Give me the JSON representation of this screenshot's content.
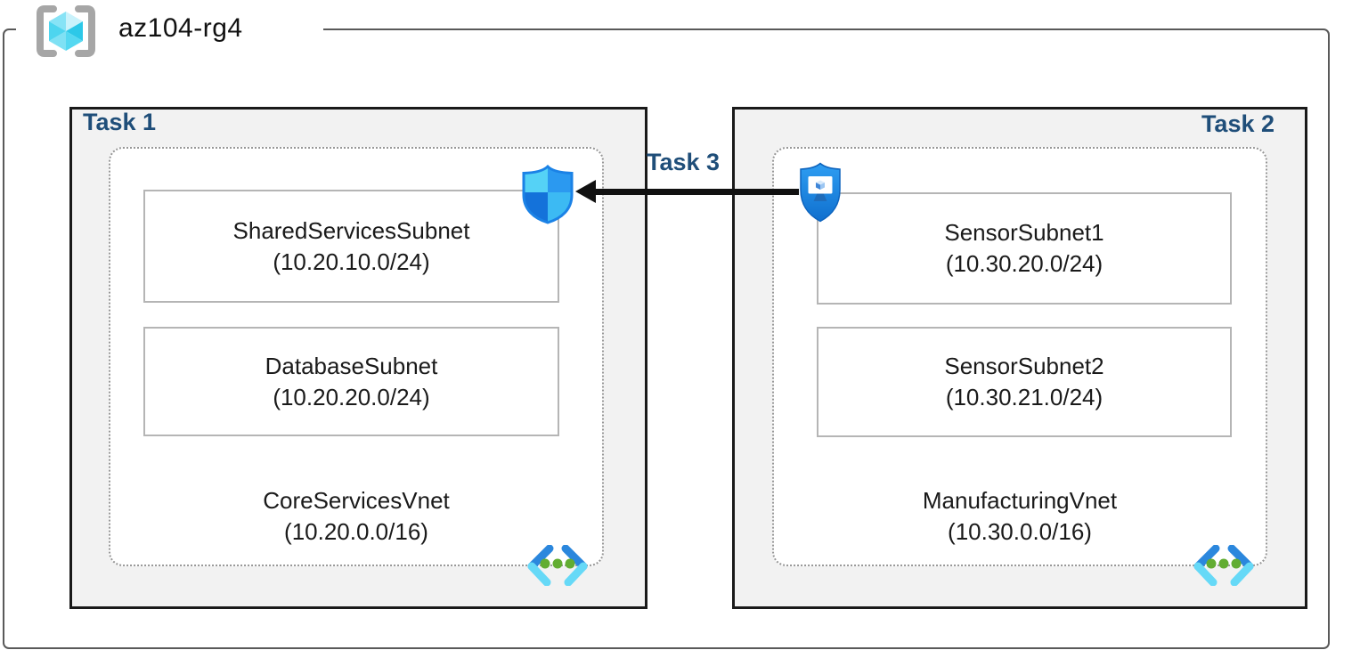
{
  "resource_group": {
    "label": "az104-rg4",
    "icon": "resource-group-icon"
  },
  "tasks": {
    "task1_label": "Task 1",
    "task2_label": "Task 2",
    "task3_label": "Task 3"
  },
  "vnet1": {
    "name": "CoreServicesVnet",
    "cidr": "(10.20.0.0/16)",
    "icon": "virtual-network-icon",
    "subnets": [
      {
        "name": "SharedServicesSubnet",
        "cidr": "(10.20.10.0/24)"
      },
      {
        "name": "DatabaseSubnet",
        "cidr": "(10.20.20.0/24)"
      }
    ]
  },
  "vnet2": {
    "name": "ManufacturingVnet",
    "cidr": "(10.30.0.0/16)",
    "icon": "virtual-network-icon",
    "subnets": [
      {
        "name": "SensorSubnet1",
        "cidr": "(10.30.20.0/24)"
      },
      {
        "name": "SensorSubnet2",
        "cidr": "(10.30.21.0/24)"
      }
    ]
  },
  "arrow": {
    "label": "Task 3",
    "direction": "right-to-left",
    "from_icon": "bastion-shield-icon",
    "to_icon": "network-security-group-shield-icon",
    "color": "#111111"
  },
  "icons": {
    "resource-group-icon": "gray brackets with cyan cube",
    "network-security-group-shield-icon": "blue quartered shield",
    "bastion-shield-icon": "blue shield with monitor and cube",
    "virtual-network-icon": "blue chevrons with green dots"
  },
  "colors": {
    "task_label_blue": "#1f4e79",
    "task_box_fill": "#f2f2f2",
    "task_box_border": "#1a1a1a",
    "dotted_border": "#979797",
    "subnet_border": "#b5b5b5",
    "rg_border": "#595959",
    "azure_blue": "#2b8de0",
    "azure_cyan": "#5fd4f6",
    "green_dot": "#62ad32",
    "arrow_black": "#111111"
  }
}
